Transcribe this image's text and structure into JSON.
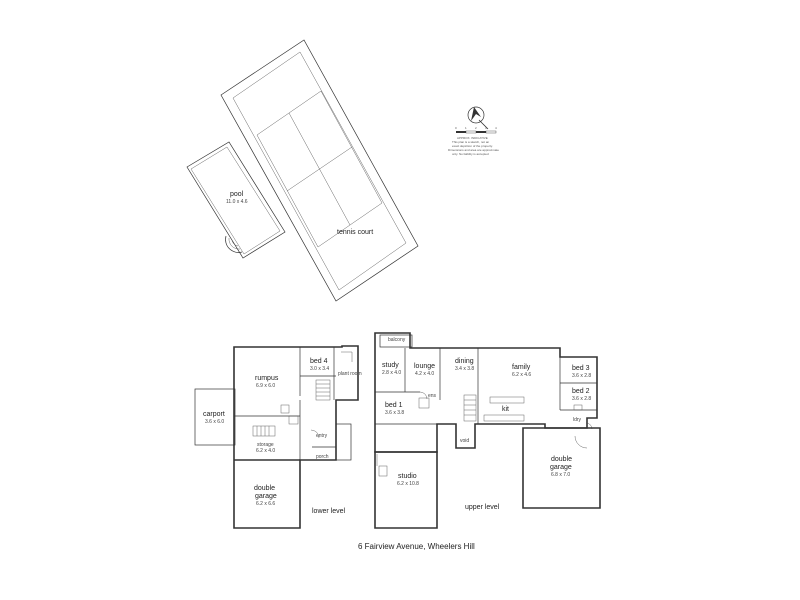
{
  "pool": {
    "name": "pool",
    "dims": "11.0 x 4.6"
  },
  "tennis_court": {
    "name": "tennis court"
  },
  "legend": {
    "scale_ticks": [
      "0",
      "1",
      "2",
      "3",
      "4"
    ],
    "line1": "APPROX. INDICATIVE",
    "line2": "This plan is a sketch, not an",
    "line3": "exact depiction of the property.",
    "line4": "Dimensions and area are approximate",
    "line5": "only. No liability is accepted"
  },
  "lower_level": {
    "label": "lower level",
    "rooms": {
      "rumpus": {
        "name": "rumpus",
        "dims": "6.9 x 6.0"
      },
      "bed4": {
        "name": "bed 4",
        "dims": "3.0 x 3.4"
      },
      "plant_room": {
        "name": "plant room"
      },
      "carport": {
        "name": "carport",
        "dims": "3.6 x 6.0"
      },
      "storage": {
        "name": "storage",
        "dims": "6.2 x 4.0"
      },
      "entry": {
        "name": "entry"
      },
      "porch": {
        "name": "porch"
      },
      "double_garage": {
        "name_line1": "double",
        "name_line2": "garage",
        "dims": "6.2 x 6.6"
      }
    }
  },
  "upper_level": {
    "label": "upper level",
    "rooms": {
      "balcony": {
        "name": "balcony"
      },
      "study": {
        "name": "study",
        "dims": "2.8 x 4.0"
      },
      "lounge": {
        "name": "lounge",
        "dims": "4.2 x 4.0"
      },
      "dining": {
        "name": "dining",
        "dims": "3.4 x 3.8"
      },
      "family": {
        "name": "family",
        "dims": "6.2 x 4.6"
      },
      "bed3": {
        "name": "bed 3",
        "dims": "3.6 x 2.8"
      },
      "bed2": {
        "name": "bed 2",
        "dims": "3.6 x 2.8"
      },
      "bed1": {
        "name": "bed 1",
        "dims": "3.6 x 3.8"
      },
      "kit": {
        "name": "kit"
      },
      "void": {
        "name": "void"
      },
      "ldry": {
        "name": "ldry"
      },
      "ens": {
        "name": "ens"
      },
      "studio": {
        "name": "studio",
        "dims": "6.2 x 10.8"
      },
      "double_garage": {
        "name_line1": "double",
        "name_line2": "garage",
        "dims": "6.8 x 7.0"
      }
    }
  },
  "address": "6 Fairview Avenue, Wheelers Hill"
}
